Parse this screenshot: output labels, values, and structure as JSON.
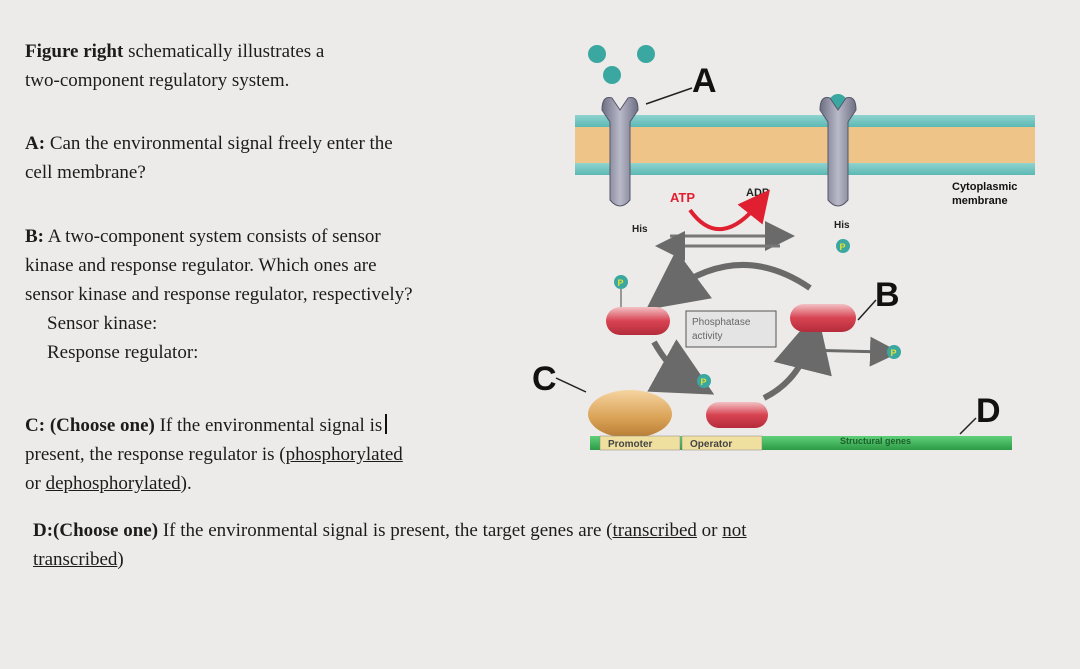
{
  "intro": {
    "bold": "Figure right",
    "rest": " schematically illustrates a",
    "line2": "two-component regulatory system."
  },
  "qa": {
    "label": "A:",
    "line1": " Can the environmental signal freely enter the",
    "line2": "cell membrane?"
  },
  "qb": {
    "label": "B:",
    "line1": " A two-component system consists of sensor",
    "line2": "kinase and response regulator. Which ones are",
    "line3": "sensor kinase and response regulator, respectively?",
    "sensor": "Sensor kinase:",
    "response": "Response regulator:"
  },
  "qc": {
    "label": "C:",
    "choose": " (Choose one)",
    "line1rest": " If the environmental signal is",
    "line2a": "present, the response regulator is (",
    "opt1": "phosphorylated",
    "line3a": "or ",
    "opt2": "dephosphorylated",
    "line3b": ")."
  },
  "qd": {
    "label": "D:(Choose one)",
    "line1a": " If the environmental signal is present, the target genes are (",
    "opt1": "transcribed",
    "or": " or ",
    "opt2a": "not",
    "opt2b": "transcribed",
    "close": ")"
  },
  "figure": {
    "letters": {
      "a": "A",
      "b": "B",
      "c": "C",
      "d": "D"
    },
    "atp": "ATP",
    "adp": "ADP",
    "his": "His",
    "p": "P",
    "phosphatase_line1": "Phosphatase",
    "phosphatase_line2": "activity",
    "cytoplasmic_line1": "Cytoplasmic",
    "cytoplasmic_line2": "membrane",
    "promoter": "Promoter",
    "operator": "Operator",
    "structural_genes": "Structural genes"
  }
}
